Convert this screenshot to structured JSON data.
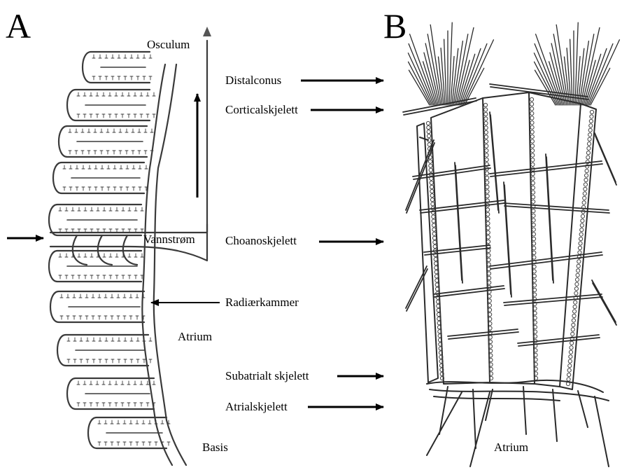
{
  "panels": {
    "a": "A",
    "b": "B"
  },
  "labels": {
    "osculum": "Osculum",
    "vannstrom": "Vannstrøm",
    "atrium_a": "Atrium",
    "basis": "Basis",
    "distalconus": "Distalconus",
    "corticalskjelett": "Corticalskjelett",
    "choanoskjelett": "Choanoskjelett",
    "radiaerkammer": "Radiærkammer",
    "subatrialt": "Subatrialt skjelett",
    "atrialskjelett": "Atrialskjelett",
    "atrium_b": "Atrium"
  },
  "colors": {
    "ink": "#000000",
    "stroke": "#3a3a3a",
    "arrowhead": "#555555",
    "background": "#ffffff"
  }
}
